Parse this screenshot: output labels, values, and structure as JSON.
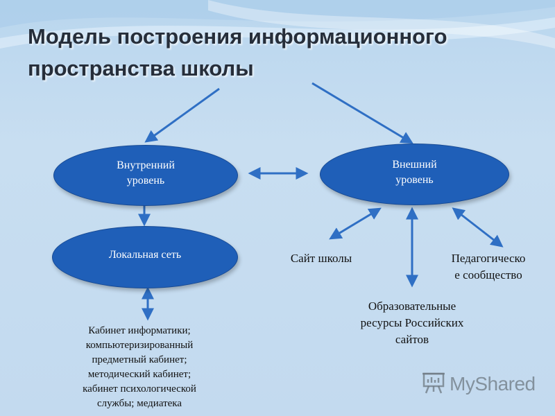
{
  "title": {
    "line1": "Модель построения информационного",
    "line2": "пространства школы"
  },
  "nodes": {
    "internal": {
      "line1": "Внутренний",
      "line2": "уровень"
    },
    "external": {
      "line1": "Внешний",
      "line2": "уровень"
    },
    "local_network": {
      "label": "Локальная сеть"
    }
  },
  "labels": {
    "school_site": "Сайт школы",
    "pedagogical": {
      "line1": "Педагогическо",
      "line2": "е сообщество"
    },
    "resources": {
      "line1": "Образовательные",
      "line2": "ресурсы Российских",
      "line3": "сайтов"
    },
    "rooms": [
      "Кабинет информатики;",
      "компьютеризированный",
      "предметный кабинет;",
      "методический кабинет;",
      "кабинет психологической",
      "службы; медиатека"
    ]
  },
  "watermark": {
    "text": "MyShared",
    "icon": "presentation-board-icon"
  },
  "colors": {
    "ellipse_fill": "#1f5fb8",
    "arrow": "#2f6fc4",
    "background": "#c5dcf0"
  }
}
